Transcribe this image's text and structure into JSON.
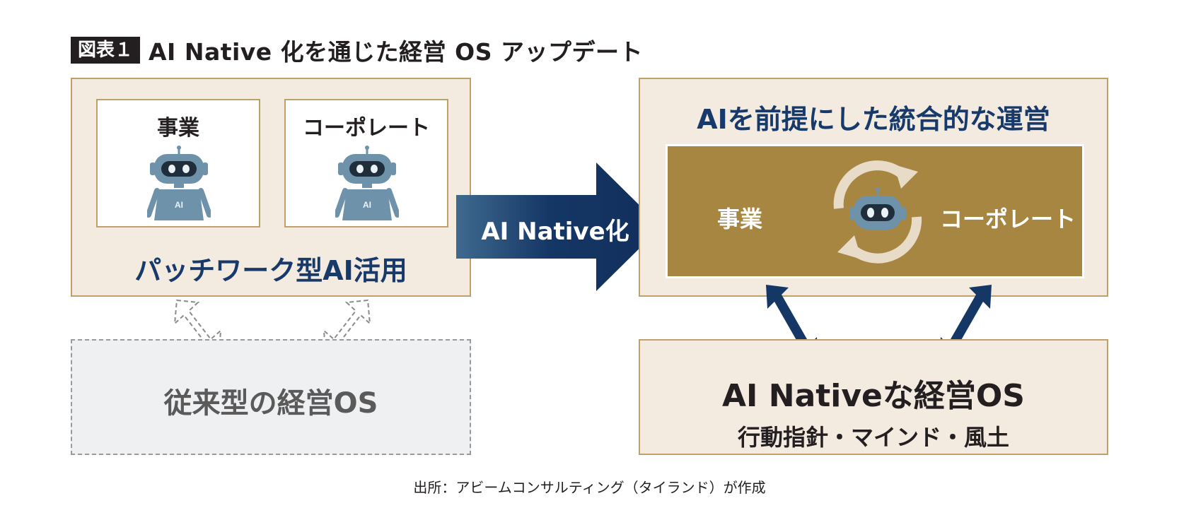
{
  "header": {
    "badge": "図表１",
    "title": "AI Native 化を通じた経営 OS アップデート"
  },
  "left_panel": {
    "cards": [
      {
        "label": "事業",
        "robot_text": "AI"
      },
      {
        "label": "コーポレート",
        "robot_text": "AI"
      }
    ],
    "caption": "パッチワーク型AI活用"
  },
  "legacy_box": {
    "text": "従来型の経営OS"
  },
  "transition_arrow": {
    "label": "AI Native化"
  },
  "right_panel": {
    "title": "AIを前提にした統合的な運営",
    "left_label": "事業",
    "right_label": "コーポレート"
  },
  "native_os_box": {
    "title": "AI Nativeな経営OS",
    "subtitle": "行動指針・マインド・風土"
  },
  "footer": {
    "source": "出所：アビームコンサルティング（タイランド）が作成"
  },
  "colors": {
    "navy": "#183a6b",
    "gold": "#a78641",
    "panel_bg": "#f3ebe0",
    "panel_border": "#bfa06a",
    "robot": "#6f92ab"
  }
}
